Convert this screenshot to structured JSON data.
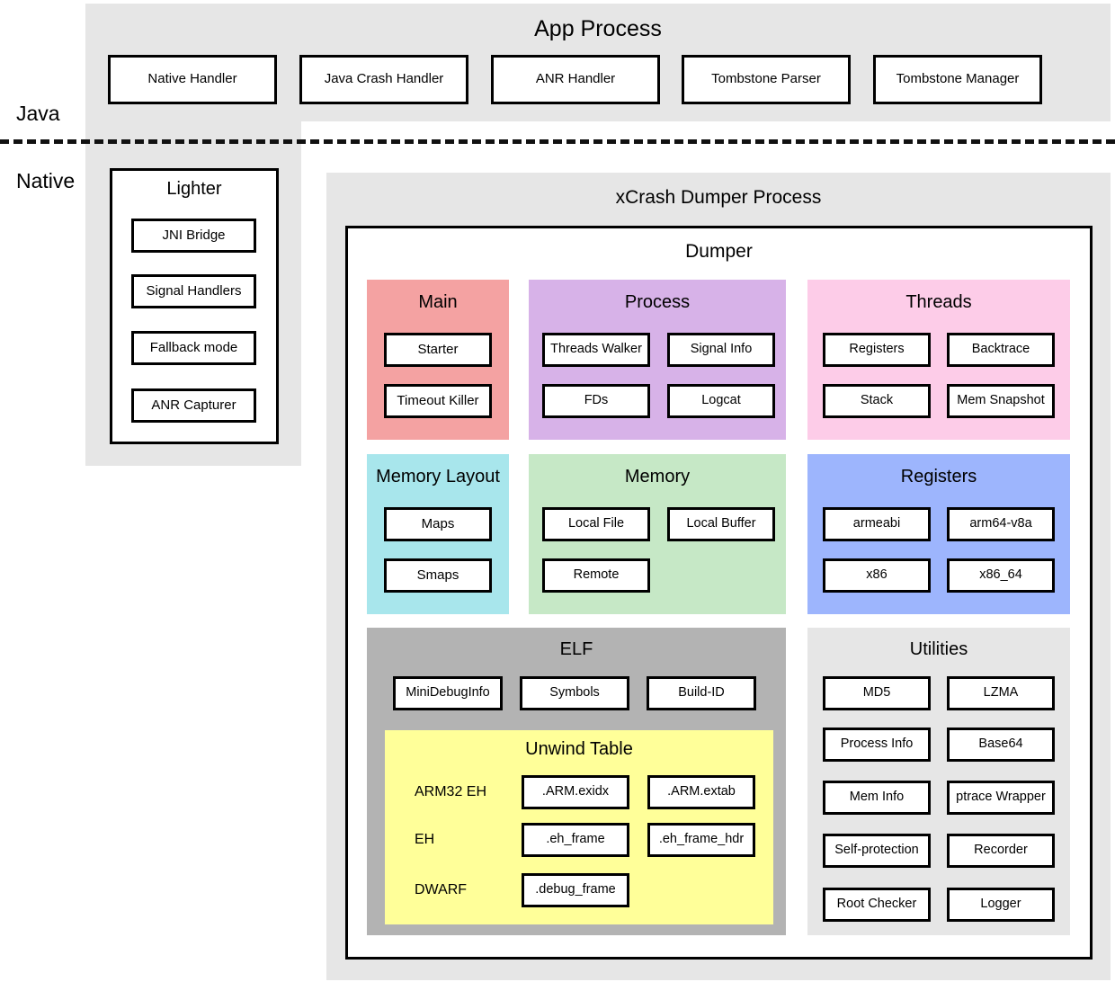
{
  "layers": [
    {
      "label": "Java"
    },
    {
      "label": "Native"
    }
  ],
  "app_process": {
    "title": "App Process",
    "nodes": [
      {
        "label": "Native Handler"
      },
      {
        "label": "Java Crash Handler"
      },
      {
        "label": "ANR Handler"
      },
      {
        "label": "Tombstone Parser"
      },
      {
        "label": "Tombstone Manager"
      }
    ]
  },
  "lighter": {
    "title": "Lighter",
    "nodes": [
      {
        "label": "JNI Bridge"
      },
      {
        "label": "Signal Handlers"
      },
      {
        "label": "Fallback mode"
      },
      {
        "label": "ANR Capturer"
      }
    ]
  },
  "dumper_process": {
    "title": "xCrash Dumper Process",
    "dumper_title": "Dumper",
    "groups": {
      "main": {
        "title": "Main",
        "color": "#f4a2a2",
        "nodes": [
          {
            "label": "Starter"
          },
          {
            "label": "Timeout Killer"
          }
        ]
      },
      "process": {
        "title": "Process",
        "color": "#d7b2e8",
        "nodes": [
          {
            "label": "Threads Walker"
          },
          {
            "label": "Signal Info"
          },
          {
            "label": "FDs"
          },
          {
            "label": "Logcat"
          }
        ]
      },
      "threads": {
        "title": "Threads",
        "color": "#fdcce8",
        "nodes": [
          {
            "label": "Registers"
          },
          {
            "label": "Backtrace"
          },
          {
            "label": "Stack"
          },
          {
            "label": "Mem Snapshot"
          }
        ]
      },
      "memory_layout": {
        "title": "Memory Layout",
        "color": "#a8e6ec",
        "nodes": [
          {
            "label": "Maps"
          },
          {
            "label": "Smaps"
          }
        ]
      },
      "memory": {
        "title": "Memory",
        "color": "#c6e8c6",
        "nodes": [
          {
            "label": "Local File"
          },
          {
            "label": "Local Buffer"
          },
          {
            "label": "Remote"
          }
        ]
      },
      "registers": {
        "title": "Registers",
        "color": "#9db5fd",
        "nodes": [
          {
            "label": "armeabi"
          },
          {
            "label": "arm64-v8a"
          },
          {
            "label": "x86"
          },
          {
            "label": "x86_64"
          }
        ]
      },
      "elf": {
        "title": "ELF",
        "color": "#b3b3b3",
        "nodes": [
          {
            "label": "MiniDebugInfo"
          },
          {
            "label": "Symbols"
          },
          {
            "label": "Build-ID"
          }
        ],
        "unwind_table": {
          "title": "Unwind Table",
          "color": "#ffff99",
          "rows": [
            {
              "label": "ARM32 EH",
              "nodes": [
                {
                  "label": ".ARM.exidx"
                },
                {
                  "label": ".ARM.extab"
                }
              ]
            },
            {
              "label": "EH",
              "nodes": [
                {
                  "label": ".eh_frame"
                },
                {
                  "label": ".eh_frame_hdr"
                }
              ]
            },
            {
              "label": "DWARF",
              "nodes": [
                {
                  "label": ".debug_frame"
                }
              ]
            }
          ]
        }
      },
      "utilities": {
        "title": "Utilities",
        "color": "#e6e6e6",
        "nodes": [
          {
            "label": "MD5"
          },
          {
            "label": "LZMA"
          },
          {
            "label": "Process Info"
          },
          {
            "label": "Base64"
          },
          {
            "label": "Mem Info"
          },
          {
            "label": "ptrace Wrapper"
          },
          {
            "label": "Self-protection"
          },
          {
            "label": "Recorder"
          },
          {
            "label": "Root Checker"
          },
          {
            "label": "Logger"
          }
        ]
      }
    }
  }
}
